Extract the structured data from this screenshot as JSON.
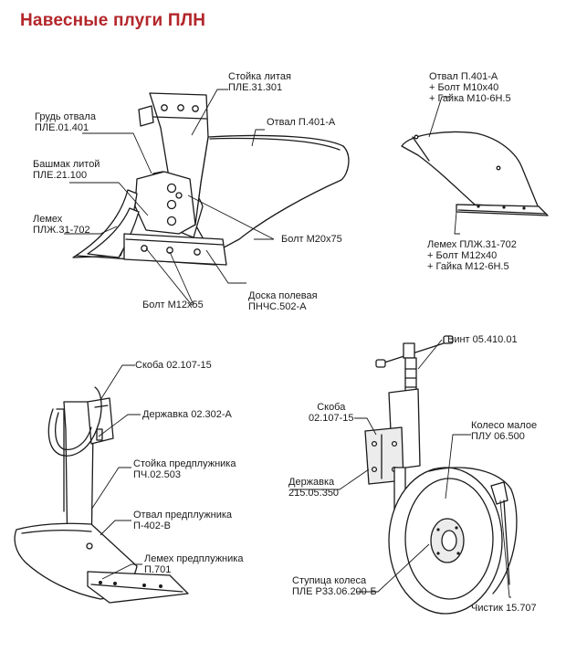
{
  "title": "Навесные плуги ПЛН",
  "labels": {
    "stoyka_litaya": [
      "Стойка литая",
      "ПЛЕ.31.301"
    ],
    "grud_otvala": [
      "Грудь отвала",
      "ПЛЕ.01.401"
    ],
    "otval_main": [
      "Отвал П.401-А"
    ],
    "bashmak": [
      "Башмак литой",
      "ПЛЕ.21.100"
    ],
    "lemekh_main": [
      "Лемех",
      "ПЛЖ.31-702"
    ],
    "bolt_m20": [
      "Болт М20х75"
    ],
    "bolt_m12": [
      "Болт М12х55"
    ],
    "doska": [
      "Доска полевая",
      "ПНЧС.502-А"
    ],
    "otval_right": [
      "Отвал П.401-А",
      "+ Болт М10х40",
      "+ Гайка М10-6Н.5"
    ],
    "lemekh_right": [
      "Лемех ПЛЖ.31-702",
      "+ Болт М12х40",
      "+ Гайка М12-6Н.5"
    ],
    "skoba_left": [
      "Скоба 02.107-15"
    ],
    "derzhavka_left": [
      "Державка 02.302-А"
    ],
    "stoyka_pred": [
      "Стойка предплужника",
      "ПЧ.02.503"
    ],
    "otval_pred": [
      "Отвал предплужника",
      "П-402-В"
    ],
    "lemekh_pred": [
      "Лемех предплужника",
      "П.701"
    ],
    "vint": [
      "Винт 05.410.01"
    ],
    "skoba_right": [
      "Скоба",
      "02.107-15"
    ],
    "koleso": [
      "Колесо малое",
      "ПЛУ 06.500"
    ],
    "derzhavka_right": [
      "Державка",
      "215.05.350"
    ],
    "stupica": [
      "Ступица колеса",
      "ПЛЕ Р33.06.200-Б"
    ],
    "chistik": [
      "Чистик 15.707"
    ]
  }
}
